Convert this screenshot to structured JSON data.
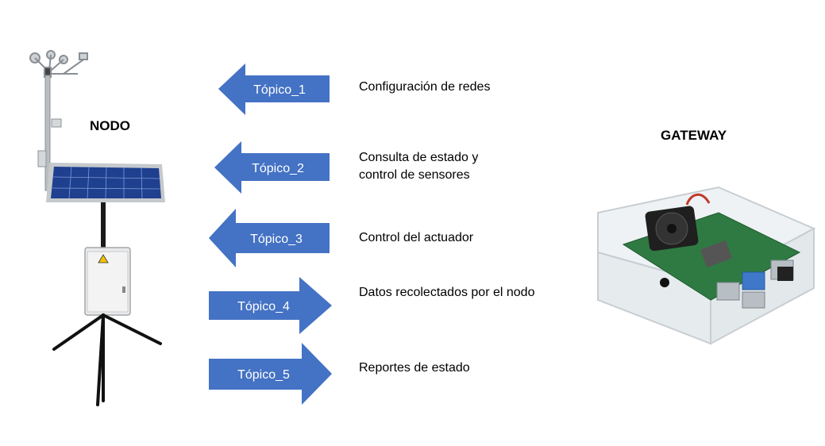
{
  "nodo": {
    "title": "NODO"
  },
  "gateway": {
    "title": "GATEWAY"
  },
  "colors": {
    "arrow": "#4472C4",
    "arrow_text": "#ffffff"
  },
  "topics": [
    {
      "label": "Tópico_1",
      "direction": "left",
      "description": "Configuración de redes"
    },
    {
      "label": "Tópico_2",
      "direction": "left",
      "description": "Consulta de estado y\ncontrol de sensores"
    },
    {
      "label": "Tópico_3",
      "direction": "left",
      "description": "Control del actuador"
    },
    {
      "label": "Tópico_4",
      "direction": "right",
      "description": "Datos recolectados por el nodo"
    },
    {
      "label": "Tópico_5",
      "direction": "right",
      "description": "Reportes de estado"
    }
  ]
}
